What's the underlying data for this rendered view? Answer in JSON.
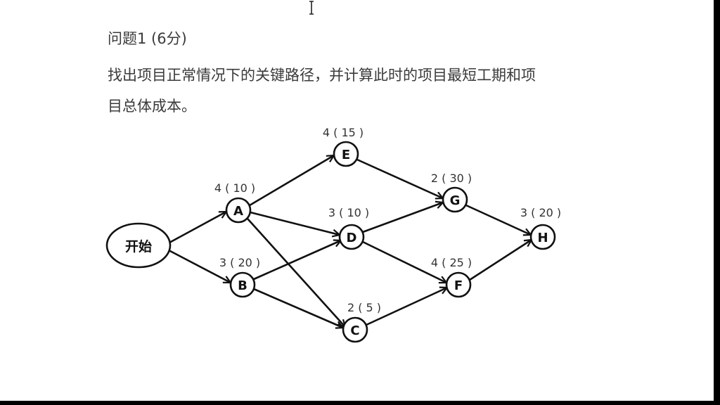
{
  "question": {
    "title": "问题1 (6分)",
    "line1": "找出项目正常情况下的关键路径，并计算此时的项目最短工期和项",
    "line2": "目总体成本。"
  },
  "network": {
    "start": {
      "label": "开始"
    },
    "nodes": [
      {
        "id": "A",
        "label": "A",
        "duration": 4,
        "cost": 10,
        "annotation": "4 ( 10 )"
      },
      {
        "id": "B",
        "label": "B",
        "duration": 3,
        "cost": 20,
        "annotation": "3 ( 20 )"
      },
      {
        "id": "C",
        "label": "C",
        "duration": 2,
        "cost": 5,
        "annotation": "2 ( 5 )"
      },
      {
        "id": "D",
        "label": "D",
        "duration": 3,
        "cost": 10,
        "annotation": "3 ( 10 )"
      },
      {
        "id": "E",
        "label": "E",
        "duration": 4,
        "cost": 15,
        "annotation": "4 ( 15 )"
      },
      {
        "id": "F",
        "label": "F",
        "duration": 4,
        "cost": 25,
        "annotation": "4 ( 25 )"
      },
      {
        "id": "G",
        "label": "G",
        "duration": 2,
        "cost": 30,
        "annotation": "2 ( 30 )"
      },
      {
        "id": "H",
        "label": "H",
        "duration": 3,
        "cost": 20,
        "annotation": "3 ( 20 )"
      }
    ],
    "edges": [
      [
        "开始",
        "A"
      ],
      [
        "开始",
        "B"
      ],
      [
        "A",
        "E"
      ],
      [
        "A",
        "D"
      ],
      [
        "A",
        "C"
      ],
      [
        "B",
        "D"
      ],
      [
        "B",
        "C"
      ],
      [
        "E",
        "G"
      ],
      [
        "D",
        "G"
      ],
      [
        "D",
        "F"
      ],
      [
        "C",
        "F"
      ],
      [
        "G",
        "H"
      ],
      [
        "F",
        "H"
      ]
    ]
  },
  "ui": {
    "cursor": "text-cursor",
    "colors": {
      "text": "#3a3a3a",
      "stroke": "#111111",
      "background": "#ffffff",
      "frame": "#000000"
    }
  }
}
